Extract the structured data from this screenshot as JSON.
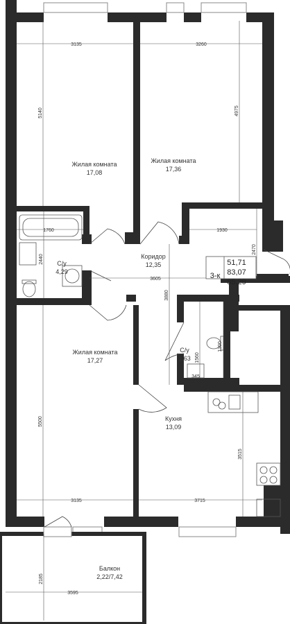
{
  "colors": {
    "wall": "#2b2b2b",
    "dimension_line": "#555555",
    "text": "#333333",
    "window_frame": "#888888"
  },
  "rooms": {
    "bedroom_1": {
      "name": "Жилая комната",
      "area": "17,08"
    },
    "bedroom_2": {
      "name": "Жилая комната",
      "area": "17,36"
    },
    "bedroom_3": {
      "name": "Жилая комната",
      "area": "17,27"
    },
    "corridor": {
      "name": "Коридор",
      "area": "12,35"
    },
    "bathroom_1": {
      "name": "С/у",
      "area": "4,29"
    },
    "bathroom_2": {
      "name": "С/у",
      "area": "1,63"
    },
    "kitchen": {
      "name": "Кухня",
      "area": "13,09"
    },
    "balcony": {
      "name": "Балкон",
      "area": "2,22/7,42"
    }
  },
  "summary": {
    "type": "3-к",
    "living_area": "51,71",
    "total_area": "83,07",
    "total_with_balcony": "85,29"
  },
  "dimensions": {
    "bedroom_1_width": "3135",
    "bedroom_1_length": "5140",
    "bedroom_2_width": "3260",
    "bedroom_2_length": "4975",
    "hall_width": "1930",
    "hall_length": "2470",
    "bath_1_width": "1760",
    "bath_1_length": "2440",
    "corridor_length": "3605",
    "corridor_width": "3880",
    "wc_length": "1560",
    "wc_width": "1300",
    "wc_small": "345",
    "bedroom_3_length": "5500",
    "bedroom_3_width": "3135",
    "kitchen_width": "3715",
    "kitchen_length": "3515",
    "balcony_length": "2185",
    "balcony_width": "3595"
  }
}
